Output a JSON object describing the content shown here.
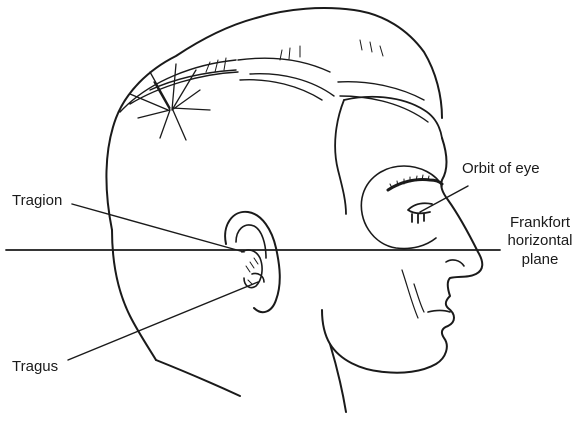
{
  "labels": {
    "tragion": "Tragion",
    "orbit": "Orbit of eye",
    "frankfort_line1": "Frankfort",
    "frankfort_line2": "horizontal",
    "frankfort_line3": "plane",
    "tragus": "Tragus"
  },
  "colors": {
    "ink": "#1a1a1a",
    "background": "#ffffff"
  }
}
